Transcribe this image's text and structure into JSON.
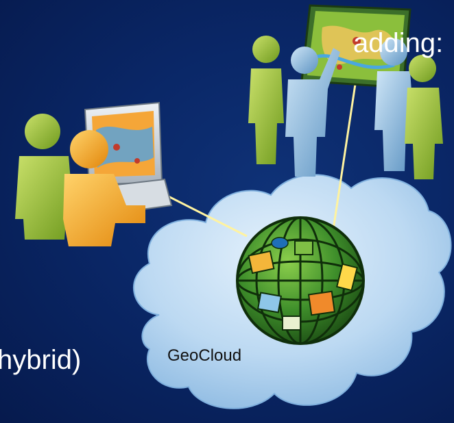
{
  "slide": {
    "bullet_line_1": "adding:",
    "bullet_line_2": "hybrid)",
    "cloud_label": "GeoCloud"
  },
  "colors": {
    "background": "#0a2767",
    "text": "#ffffff",
    "connector": "#fff3a0",
    "cloud": "#bcd9f2",
    "globe_green": "#3f8f2b"
  },
  "icons": [
    "group-meeting-icon",
    "map-board-icon",
    "user-at-computer-icon",
    "cloud-icon",
    "globe-icon"
  ]
}
